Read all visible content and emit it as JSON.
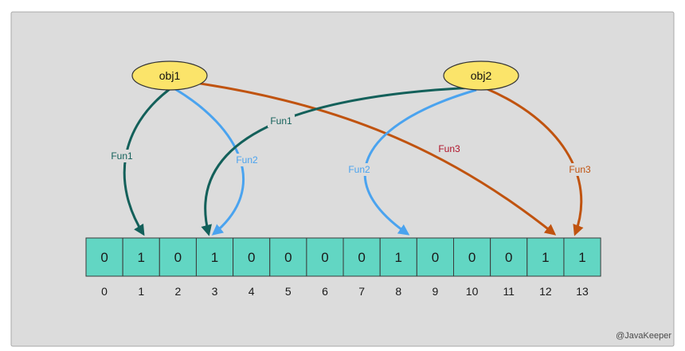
{
  "colors": {
    "background": "#dcdcdc",
    "border": "#a9a9a9",
    "cell_fill": "#62d6c3",
    "cell_stroke": "#3a3a3a",
    "object_fill": "#fbe46a",
    "object_stroke": "#333333",
    "fun1": "#13605a",
    "fun2": "#4aa3ef",
    "fun3": "#c0530f",
    "fun3_label_obj1": "#b0132a"
  },
  "objects": [
    {
      "label": "obj1"
    },
    {
      "label": "obj2"
    }
  ],
  "bits": [
    0,
    1,
    0,
    1,
    0,
    0,
    0,
    0,
    1,
    0,
    0,
    0,
    1,
    1
  ],
  "indices": [
    "0",
    "1",
    "2",
    "3",
    "4",
    "5",
    "6",
    "7",
    "8",
    "9",
    "10",
    "11",
    "12",
    "13"
  ],
  "mappings": [
    {
      "object": "obj1",
      "function": "Fun1",
      "target_index": 1
    },
    {
      "object": "obj1",
      "function": "Fun2",
      "target_index": 3
    },
    {
      "object": "obj1",
      "function": "Fun3",
      "target_index": 12
    },
    {
      "object": "obj2",
      "function": "Fun1",
      "target_index": 3
    },
    {
      "object": "obj2",
      "function": "Fun2",
      "target_index": 8
    },
    {
      "object": "obj2",
      "function": "Fun3",
      "target_index": 13
    }
  ],
  "watermark": "@JavaKeeper"
}
